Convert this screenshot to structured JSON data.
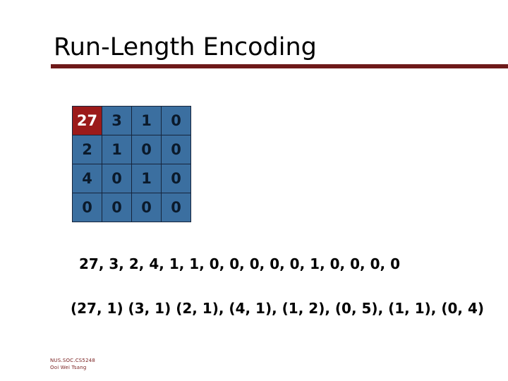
{
  "slide": {
    "title": "Run-Length Encoding",
    "accent_color": "#6E1A1A",
    "cell_color": "#3B6FA0",
    "highlight_color": "#9B1A1A",
    "grid_line_color": "#16243B"
  },
  "matrix": {
    "rows": [
      [
        "27",
        "3",
        "1",
        "0"
      ],
      [
        "2",
        "1",
        "0",
        "0"
      ],
      [
        "4",
        "0",
        "1",
        "0"
      ],
      [
        "0",
        "0",
        "0",
        "0"
      ]
    ],
    "highlight_cell": {
      "row": 0,
      "col": 0,
      "value": "27"
    }
  },
  "body": {
    "sequence_line": "27, 3, 2, 4, 1, 1, 0, 0, 0, 0, 0, 1, 0, 0, 0, 0",
    "rle_line": "(27, 1) (3, 1) (2, 1), (4, 1), (1, 2), (0, 5), (1, 1), (0, 4)"
  },
  "footer": {
    "course": "NUS.SOC.CS5248",
    "author": "Ooi Wei Tsang",
    "color": "#7A2222"
  }
}
